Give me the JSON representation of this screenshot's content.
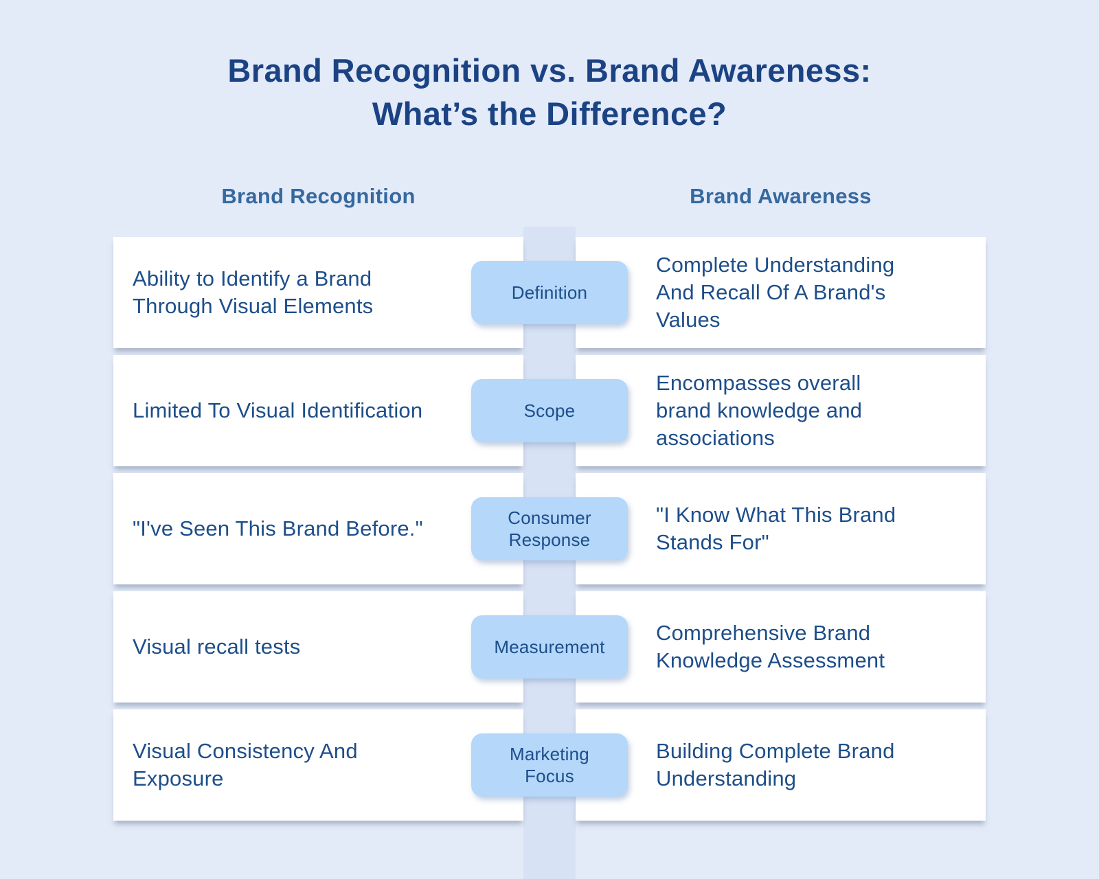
{
  "title": {
    "line1": "Brand Recognition vs. Brand Awareness:",
    "line2": "What’s the Difference?"
  },
  "columns": {
    "left": "Brand Recognition",
    "right": "Brand Awareness"
  },
  "rows": [
    {
      "category": "Definition",
      "left": "Ability to Identify a Brand Through Visual Elements",
      "right": "Complete Understanding And Recall Of A Brand's Values"
    },
    {
      "category": "Scope",
      "left": "Limited To Visual Identification",
      "right": "Encompasses overall brand knowledge and associations"
    },
    {
      "category": "Consumer Response",
      "left": "\"I've Seen This Brand Before.\"",
      "right": "\"I Know What This Brand Stands For\""
    },
    {
      "category": "Measurement",
      "left": "Visual recall tests",
      "right": "Comprehensive Brand Knowledge Assessment"
    },
    {
      "category": "Marketing Focus",
      "left": "Visual Consistency And Exposure",
      "right": "Building Complete Brand Understanding"
    }
  ],
  "colors": {
    "page_background": "#e3eaf8",
    "center_band": "#d8e2f5",
    "card_background": "#ffffff",
    "pill_background": "#b4d7fa",
    "title_text": "#1b4384",
    "header_text": "#35699f",
    "body_text": "#1d4e8a"
  }
}
